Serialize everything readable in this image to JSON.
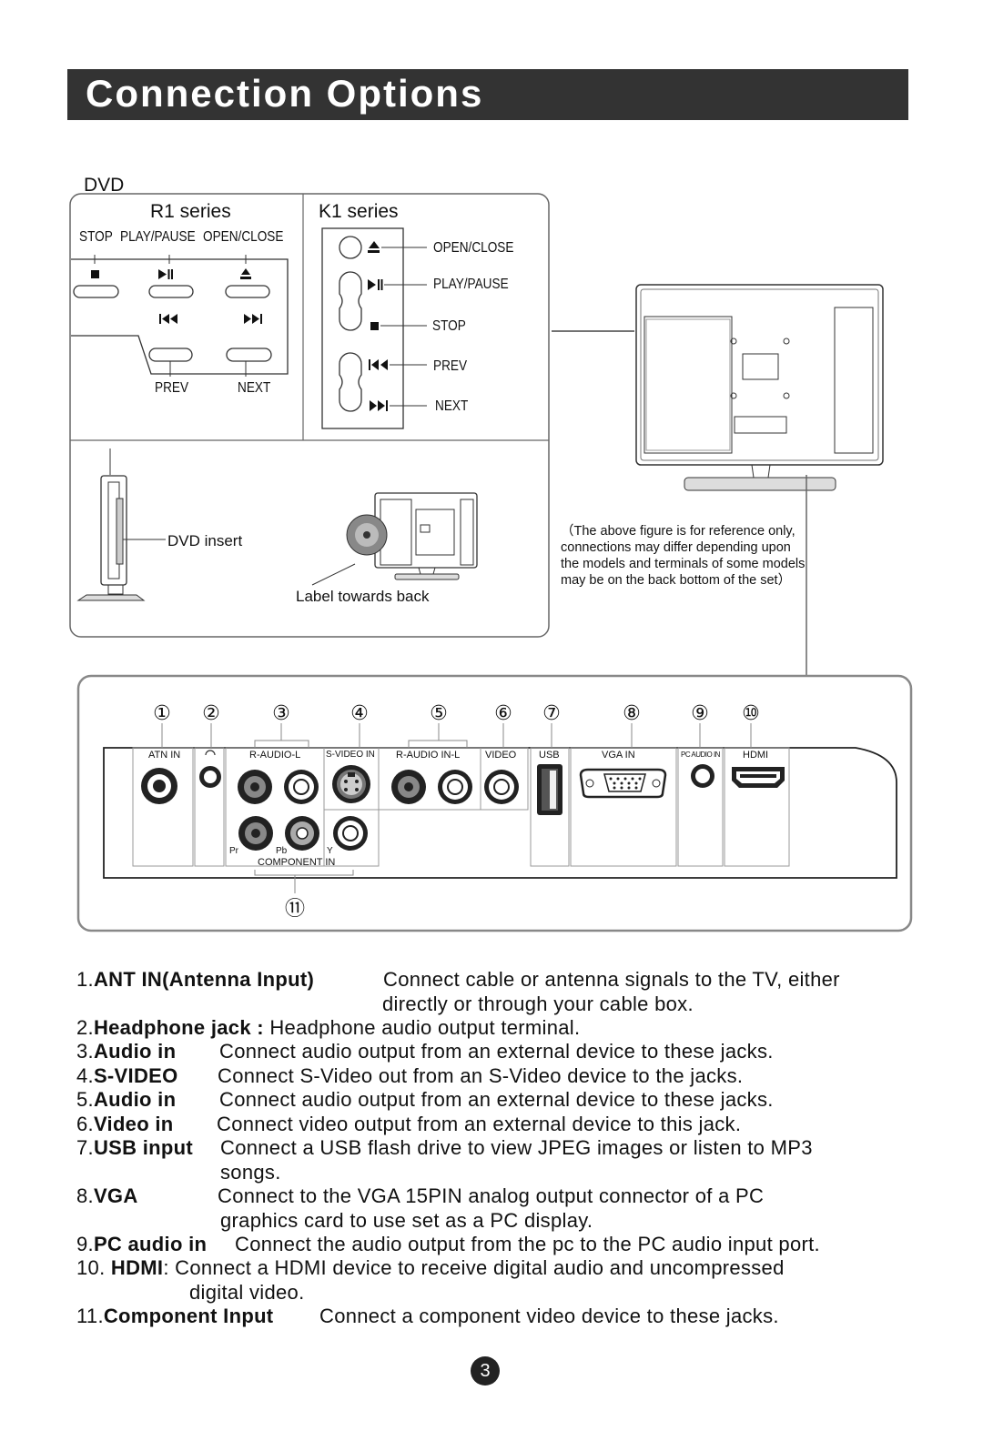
{
  "header": {
    "title": "Connection Options"
  },
  "dvd": {
    "section_label": "DVD",
    "r1": {
      "title": "R1 series",
      "top_labels": [
        "STOP",
        "PLAY/PAUSE",
        "OPEN/CLOSE"
      ],
      "bottom_labels": [
        "PREV",
        "NEXT"
      ]
    },
    "k1": {
      "title": "K1 series",
      "labels": [
        "OPEN/CLOSE",
        "PLAY/PAUSE",
        "STOP",
        "PREV",
        "NEXT"
      ]
    },
    "dvd_insert": "DVD insert",
    "label_towards_back": "Label towards back",
    "note": "（The above figure is for reference only, connections may differ depending upon the models and terminals of some models may be on the back bottom of the set）"
  },
  "panel": {
    "numbers": [
      "①",
      "②",
      "③",
      "④",
      "⑤",
      "⑥",
      "⑦",
      "⑧",
      "⑨",
      "⑩",
      "⑪"
    ],
    "jack_labels": [
      "ATN IN",
      "R-AUDIO-L",
      "S-VIDEO IN",
      "R-AUDIO IN-L",
      "VIDEO",
      "USB",
      "VGA IN",
      "PC AUDIO IN",
      "HDMI"
    ],
    "component_letters": [
      "Pr",
      "Pb",
      "Y"
    ],
    "component_label": "COMPONENT IN"
  },
  "descriptions": [
    {
      "num": "1.",
      "term": "ANT IN(Antenna Input)",
      "text": "Connect cable or antenna signals to the TV, either",
      "cont": "directly or through your cable box."
    },
    {
      "num": "2.",
      "term": "Headphone jack :",
      "text": "Headphone audio output terminal."
    },
    {
      "num": "3.",
      "term": "Audio in",
      "text": "Connect audio output from an external device to these jacks."
    },
    {
      "num": "4.",
      "term": "S-VIDEO",
      "text": "Connect S-Video out from an S-Video device to the jacks."
    },
    {
      "num": "5.",
      "term": "Audio in",
      "text": "Connect audio output from an external device to these jacks."
    },
    {
      "num": "6.",
      "term": "Video in",
      "text": "Connect video output from an external device to this jack."
    },
    {
      "num": "7.",
      "term": "USB input",
      "text": "Connect a USB flash drive to view JPEG images or listen to MP3",
      "cont": "songs."
    },
    {
      "num": "8.",
      "term": "VGA",
      "text": "Connect to the VGA 15PIN analog output connector of a PC",
      "cont": "graphics card to use set as a PC display."
    },
    {
      "num": "9.",
      "term": "PC audio in",
      "text": "Connect the audio output from the pc to the PC audio input port."
    },
    {
      "num": "10.",
      "term": "HDMI",
      "text": ": Connect a HDMI device to receive digital audio and uncompressed",
      "cont": "digital video."
    },
    {
      "num": "11.",
      "term": "Component Input",
      "text": "Connect a component video device to these jacks."
    }
  ],
  "footer": {
    "page_number": "3"
  }
}
